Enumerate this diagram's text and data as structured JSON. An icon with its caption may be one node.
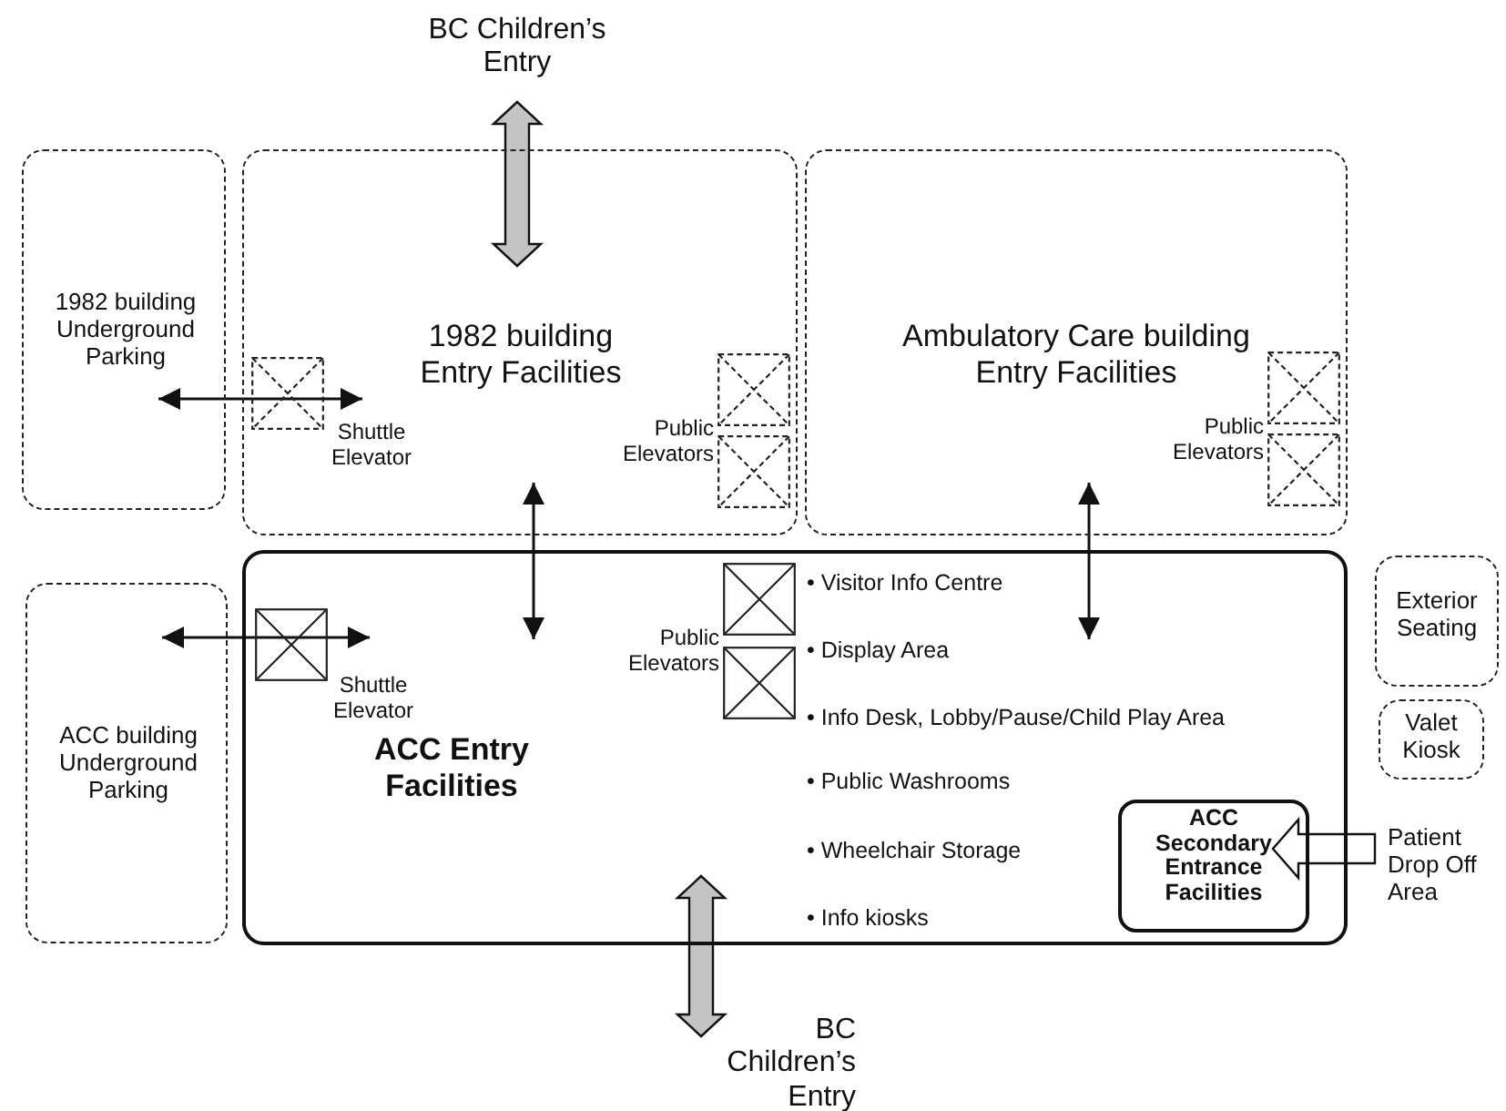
{
  "diagram": {
    "nodes": [
      {
        "text": [
          "BC Children’s Entry"
        ]
      },
      {
        "text": [
          "1982 building Underground Parking"
        ]
      },
      {
        "text": [
          "1982 building Entry Facilities"
        ]
      },
      {
        "text": [],
        "shape": "box",
        "in": 2,
        "beside": [
          "Shuttle Elevator"
        ]
      },
      {
        "text": [],
        "shape": "box",
        "in": 2,
        "beside": [
          "Public Elevators"
        ]
      },
      {
        "text": [],
        "shape": "box",
        "in": 2
      },
      {
        "text": [
          "Ambulatory Care building Entry Facilities"
        ]
      },
      {
        "text": [],
        "shape": "box",
        "in": 6,
        "beside": [
          "Public Elevators"
        ]
      },
      {
        "text": [],
        "shape": "box",
        "in": 6
      },
      {
        "text": [
          "ACC building Underground Parking"
        ]
      },
      {
        "text": [
          "ACC Entry Facilities",
          "• Visitor Info Centre",
          "• Display Area",
          "• Info Desk, Lobby/Pause/Child Play Area",
          "• Public Washrooms",
          "• Wheelchair Storage",
          "• Info kiosks"
        ]
      },
      {
        "text": [],
        "shape": "box",
        "in": 10,
        "beside": [
          "Shuttle Elevator"
        ]
      },
      {
        "text": [],
        "shape": "box",
        "in": 10,
        "beside": [
          "Public Elevators"
        ]
      },
      {
        "text": [],
        "shape": "box",
        "in": 10
      },
      {
        "text": [
          "ACC Secondary Entrance Facilities"
        ],
        "in": 10
      },
      {
        "text": [
          "Exterior Seating"
        ]
      },
      {
        "text": [
          "Valet Kiosk"
        ]
      },
      {
        "text": [
          "Patient Drop Off Area"
        ]
      },
      {
        "text": [
          "BC Children’s Entry"
        ]
      }
    ],
    "edges": [
      {
        "from": 0,
        "to": 2,
        "arrow": "both",
        "style": "thick",
        "color": "#c4c4c4"
      },
      {
        "from": 1,
        "to": 3,
        "arrow": "both"
      },
      {
        "from": 2,
        "to": 10,
        "arrow": "both"
      },
      {
        "from": 6,
        "to": 10,
        "arrow": "both"
      },
      {
        "from": 9,
        "to": 11,
        "arrow": "both"
      },
      {
        "from": 17,
        "to": 14,
        "arrow": "to",
        "style": "thick",
        "color": "#ffffff"
      },
      {
        "from": 10,
        "to": 18,
        "arrow": "both",
        "style": "thick",
        "color": "#c4c4c4"
      }
    ]
  }
}
